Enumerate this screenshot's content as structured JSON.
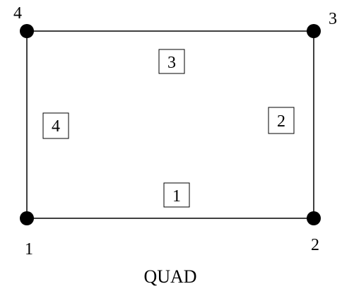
{
  "diagram": {
    "caption": "QUAD",
    "stroke_color": "#000000",
    "nodes": [
      {
        "id": "1",
        "label": "1"
      },
      {
        "id": "2",
        "label": "2"
      },
      {
        "id": "3",
        "label": "3"
      },
      {
        "id": "4",
        "label": "4"
      }
    ],
    "edges": [
      {
        "label": "1",
        "from": "1",
        "to": "2"
      },
      {
        "label": "2",
        "from": "2",
        "to": "3"
      },
      {
        "label": "3",
        "from": "3",
        "to": "4"
      },
      {
        "label": "4",
        "from": "4",
        "to": "1"
      }
    ]
  }
}
